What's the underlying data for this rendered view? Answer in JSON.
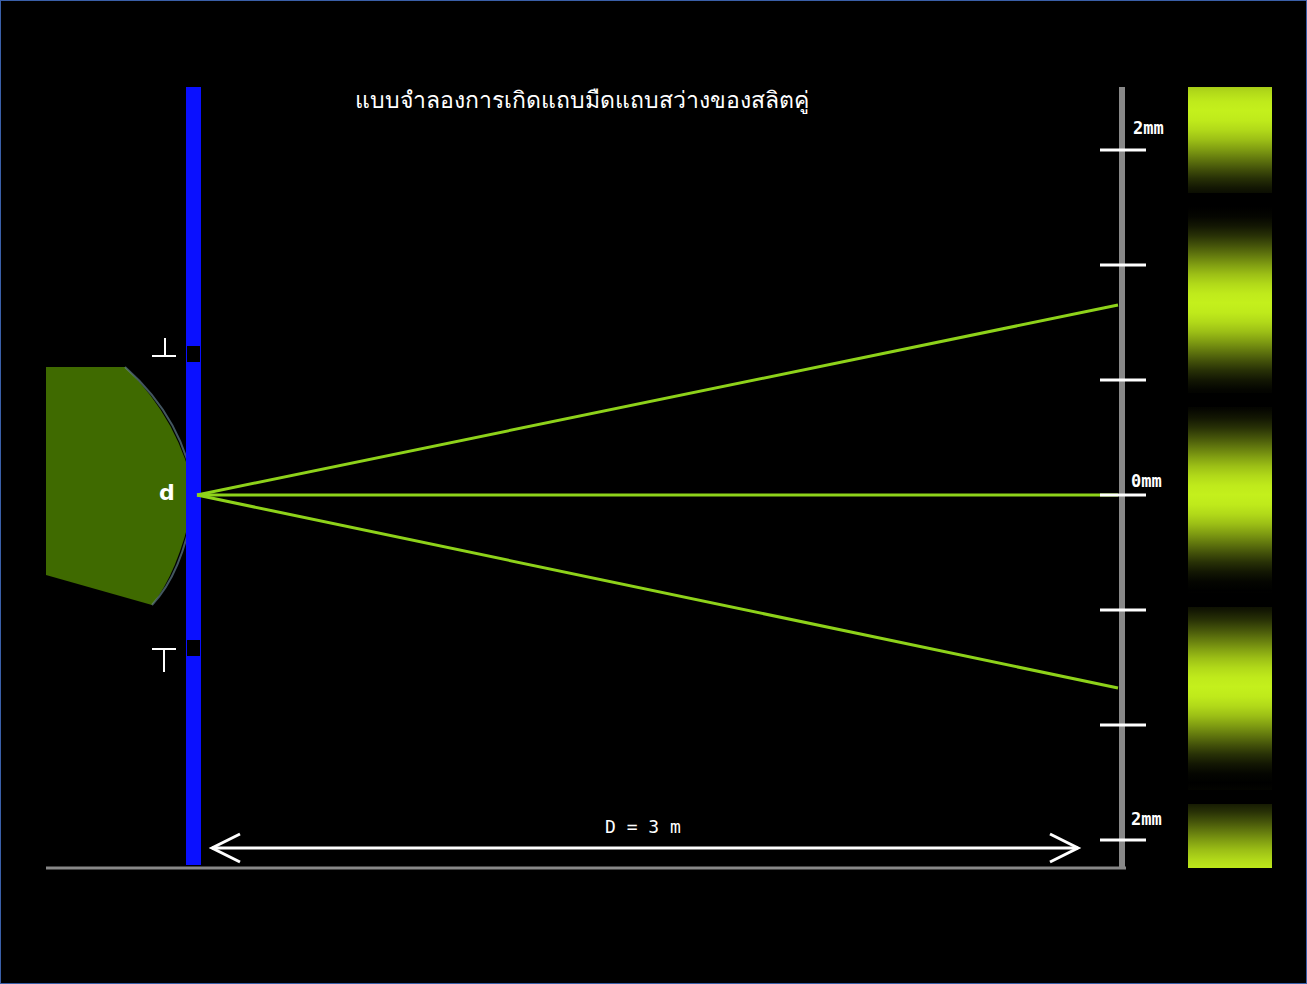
{
  "diagram": {
    "title": "แบบจำลองการเกิดแถบมืดแถบสว่างของสลิตคู่",
    "labels": [
      "d",
      "2mm",
      "0mm",
      "2mm",
      "D = 3 m"
    ]
  }
}
